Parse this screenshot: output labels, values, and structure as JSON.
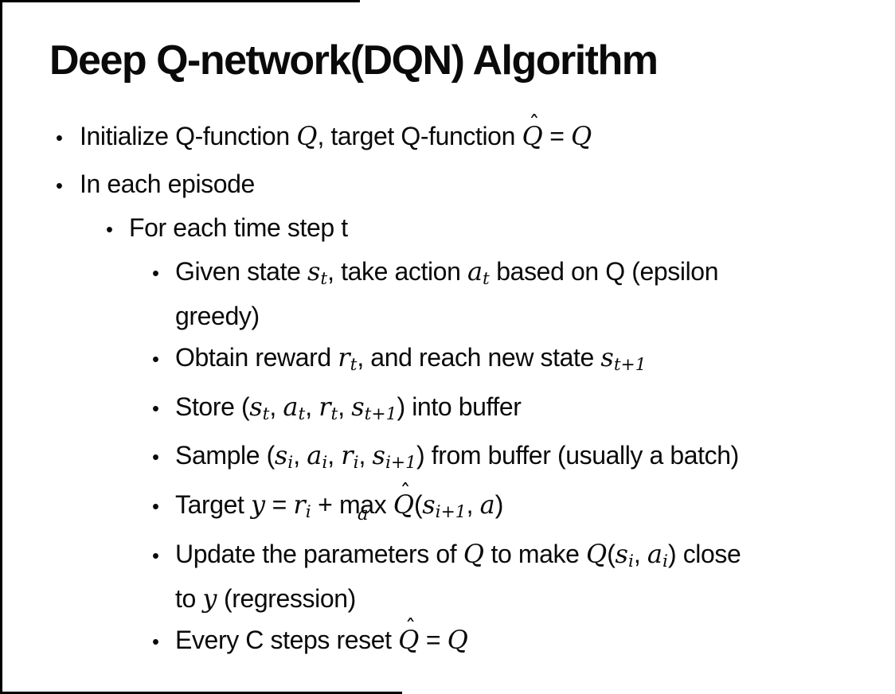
{
  "frame": {
    "border_color": "#000000"
  },
  "slide": {
    "background": "#ffffff",
    "text_color": "#0a0a0a",
    "bullet_glyph": "•",
    "hat_glyph": "ˆ",
    "title": "Deep Q-network(DQN) Algorithm",
    "bullets": [
      {
        "level": 1,
        "segments": [
          {
            "t": "Initialize Q-function "
          },
          {
            "v": "Q"
          },
          {
            "t": ", target Q-function "
          },
          {
            "v": "Q",
            "hat": true
          },
          {
            "t": " = "
          },
          {
            "v": "Q"
          }
        ]
      },
      {
        "level": 1,
        "segments": [
          {
            "t": "In each episode"
          }
        ]
      },
      {
        "level": 2,
        "segments": [
          {
            "t": "For each time step t"
          }
        ]
      },
      {
        "level": 3,
        "segments": [
          {
            "t": "Given state "
          },
          {
            "v": "s",
            "sub": "t"
          },
          {
            "t": ", take action "
          },
          {
            "v": "a",
            "sub": "t"
          },
          {
            "t": " based on Q (epsilon"
          },
          {
            "br": true
          },
          {
            "t": "greedy)"
          }
        ]
      },
      {
        "level": 3,
        "segments": [
          {
            "t": "Obtain reward "
          },
          {
            "v": "r",
            "sub": "t"
          },
          {
            "t": ", and reach new state "
          },
          {
            "v": "s",
            "sub": "t+1"
          }
        ]
      },
      {
        "level": 3,
        "segments": [
          {
            "t": "Store ("
          },
          {
            "v": "s",
            "sub": "t"
          },
          {
            "t": ", "
          },
          {
            "v": "a",
            "sub": "t"
          },
          {
            "t": ", "
          },
          {
            "v": "r",
            "sub": "t"
          },
          {
            "t": ", "
          },
          {
            "v": "s",
            "sub": "t+1"
          },
          {
            "t": ") into buffer"
          }
        ]
      },
      {
        "level": 3,
        "segments": [
          {
            "t": "Sample ("
          },
          {
            "v": "s",
            "sub": "i"
          },
          {
            "t": ", "
          },
          {
            "v": "a",
            "sub": "i"
          },
          {
            "t": ", "
          },
          {
            "v": "r",
            "sub": "i"
          },
          {
            "t": ", "
          },
          {
            "v": "s",
            "sub": "i+1"
          },
          {
            "t": ") from buffer (usually a batch)"
          }
        ]
      },
      {
        "level": 3,
        "segments": [
          {
            "t": "Target "
          },
          {
            "v": "y"
          },
          {
            "t": " = "
          },
          {
            "v": "r",
            "sub": "i"
          },
          {
            "t": " + "
          },
          {
            "limop": "max",
            "under": "a"
          },
          {
            "t": " "
          },
          {
            "v": "Q",
            "hat": true
          },
          {
            "t": "("
          },
          {
            "v": "s",
            "sub": "i+1"
          },
          {
            "t": ", "
          },
          {
            "v": "a"
          },
          {
            "t": ")"
          }
        ]
      },
      {
        "level": 3,
        "segments": [
          {
            "t": "Update the parameters of "
          },
          {
            "v": "Q"
          },
          {
            "t": " to make "
          },
          {
            "v": "Q"
          },
          {
            "t": "("
          },
          {
            "v": "s",
            "sub": "i"
          },
          {
            "t": ", "
          },
          {
            "v": "a",
            "sub": "i"
          },
          {
            "t": ") close"
          },
          {
            "br": true
          },
          {
            "t": "to "
          },
          {
            "v": "y"
          },
          {
            "t": " (regression)"
          }
        ]
      },
      {
        "level": 3,
        "segments": [
          {
            "t": "Every C steps reset "
          },
          {
            "v": "Q",
            "hat": true
          },
          {
            "t": " = "
          },
          {
            "v": "Q"
          }
        ]
      }
    ]
  }
}
